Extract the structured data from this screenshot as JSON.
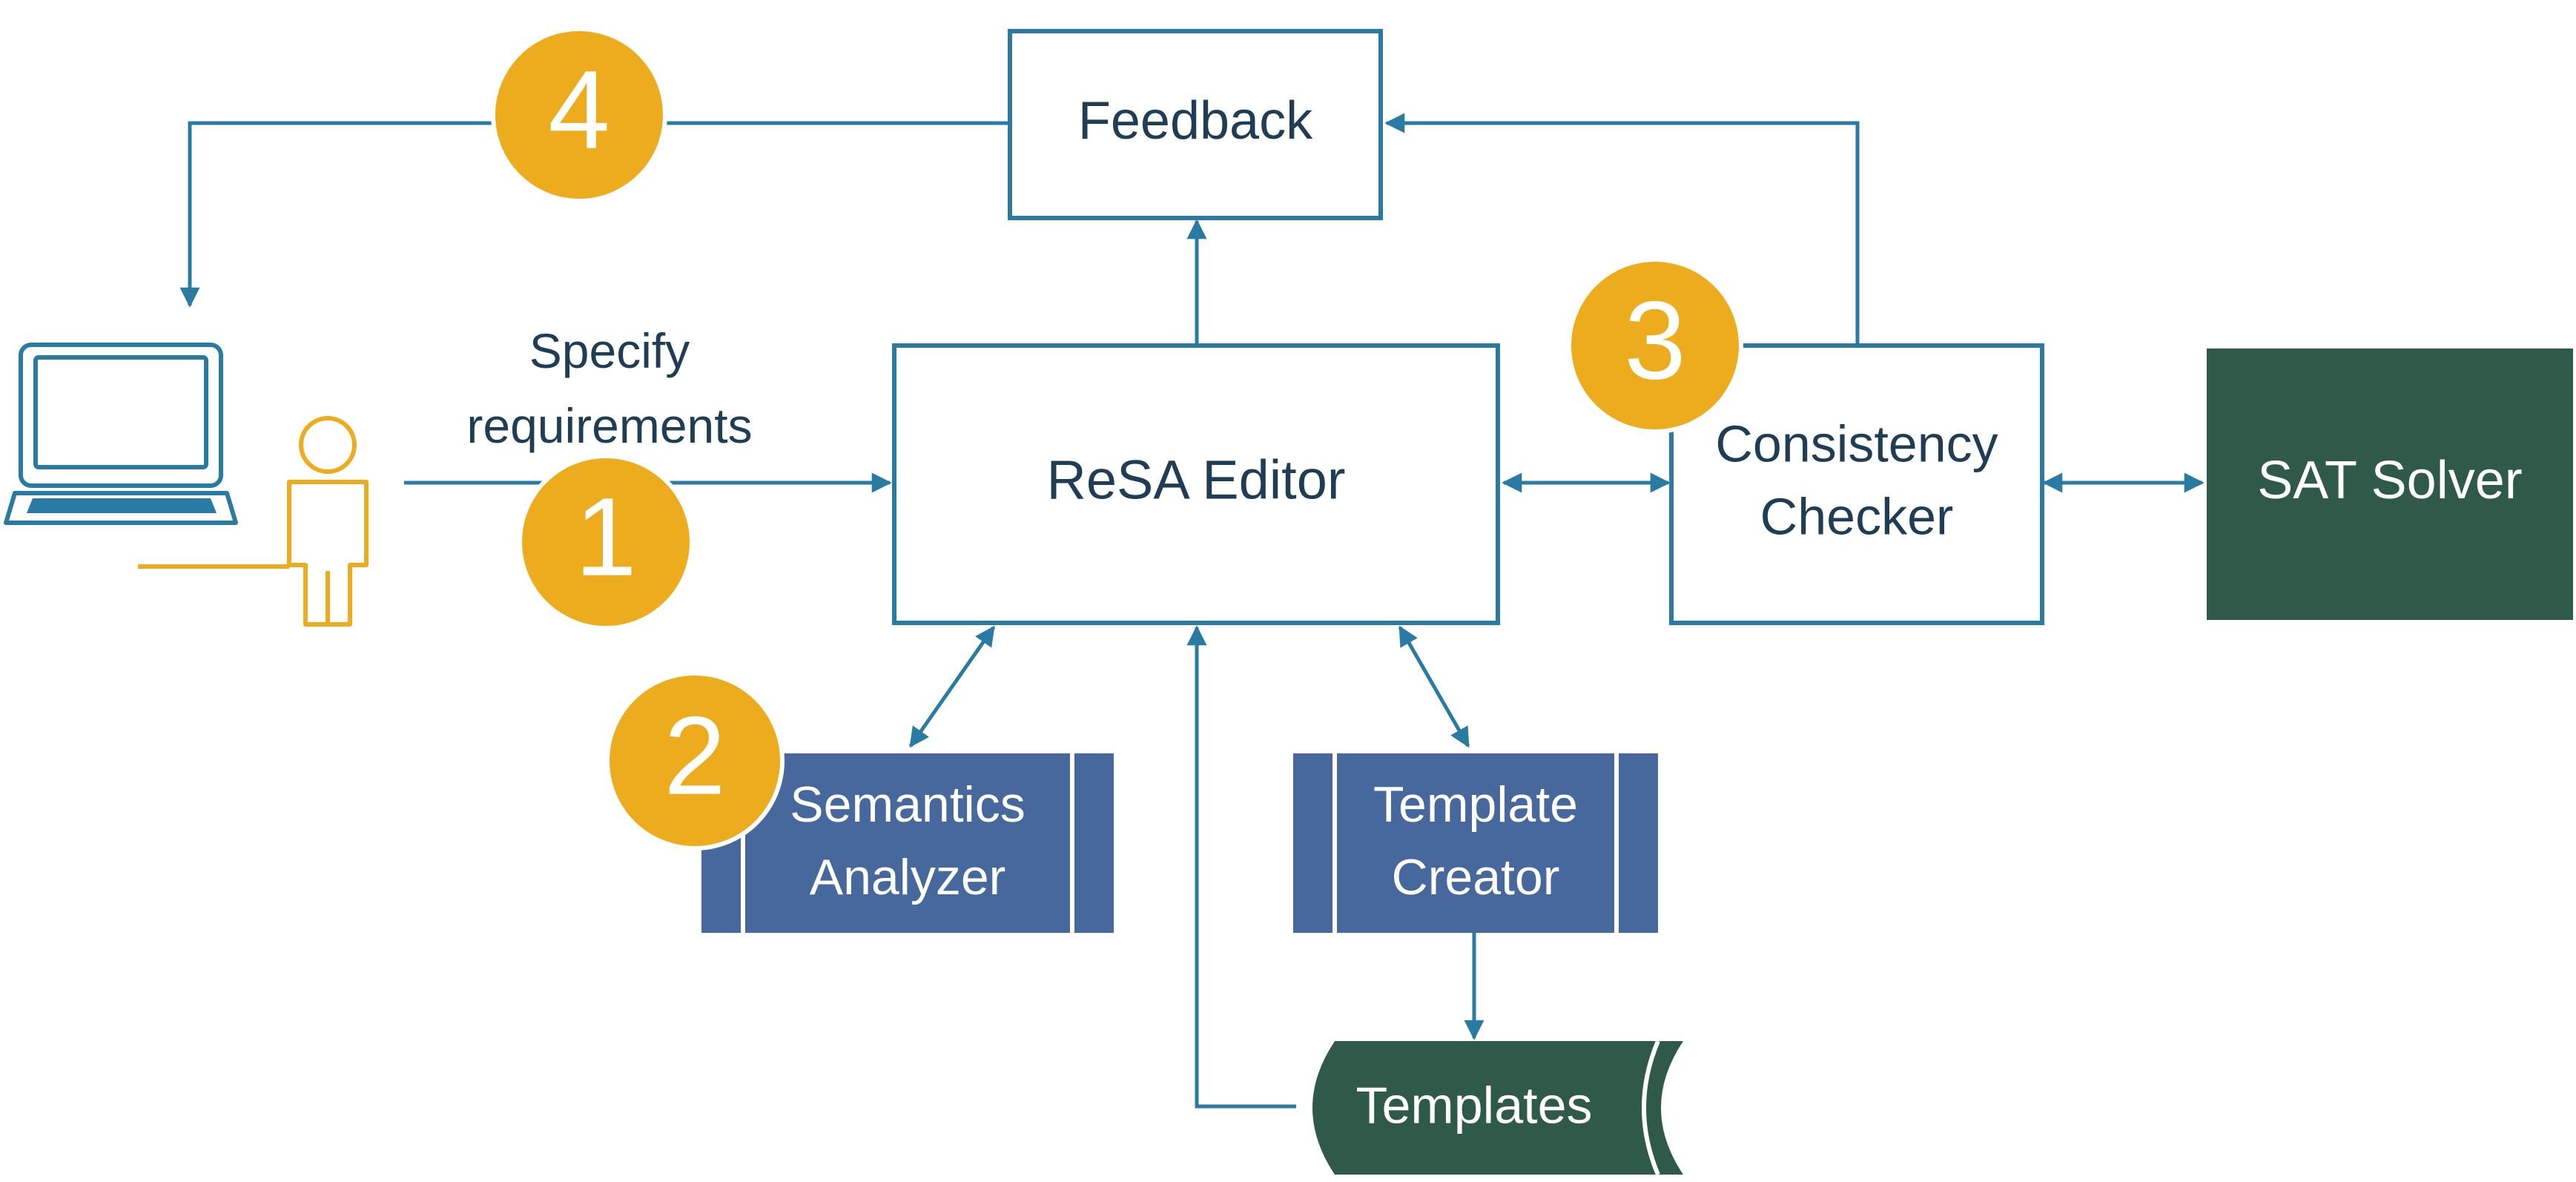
{
  "nodes": {
    "feedback": "Feedback",
    "resa_editor": "ReSA Editor",
    "consistency_checker": [
      "Consistency",
      "Checker"
    ],
    "sat_solver": "SAT Solver",
    "semantics_analyzer": [
      "Semantics",
      "Analyzer"
    ],
    "template_creator": [
      "Template",
      "Creator"
    ],
    "templates": "Templates"
  },
  "edge_labels": {
    "specify": [
      "Specify",
      "requirements"
    ]
  },
  "steps": [
    "1",
    "2",
    "3",
    "4"
  ],
  "colors": {
    "line": "#2a7ba3",
    "text": "#1f3d55",
    "badge": "#edac1e",
    "process_blue": "#46689c",
    "solver_green": "#2f5a4a",
    "user_icon": "#edac1e"
  }
}
